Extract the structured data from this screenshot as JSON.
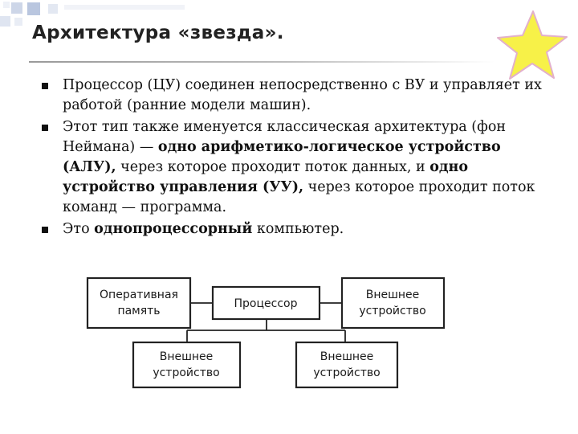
{
  "slide": {
    "title": "Архитектура «звезда».",
    "bullets": [
      {
        "parts": [
          {
            "text": "Процессор (ЦУ)  соединен непосредственно с ВУ и управляет их работой (ранние модели машин).",
            "bold": false
          }
        ]
      },
      {
        "parts": [
          {
            "text": "Этот тип также именуется классическая  архитектура (фон  Неймана)  —  ",
            "bold": false
          },
          {
            "text": "одно арифметико-логическое устройство (АЛУ),",
            "bold": true
          },
          {
            "text": " через которое проходит поток данных, и ",
            "bold": false
          },
          {
            "text": "одно устройство управления (УУ),",
            "bold": true
          },
          {
            "text": " через которое проходит поток команд — программа.",
            "bold": false
          }
        ]
      },
      {
        "parts": [
          {
            "text": "Это ",
            "bold": false
          },
          {
            "text": "однопроцессорный",
            "bold": true
          },
          {
            "text": " компьютер.",
            "bold": false
          }
        ]
      }
    ]
  },
  "diagram": {
    "processor": "Процессор",
    "memory": [
      "Оперативная",
      "память"
    ],
    "device_right": [
      "Внешнее",
      "устройство"
    ],
    "device_bottom_left": [
      "Внешнее",
      "устройство"
    ],
    "device_bottom_right": [
      "Внешнее",
      "устройство"
    ]
  },
  "colors": {
    "star_fill": "#f7f148",
    "star_stroke": "#e6a8c4",
    "deco_squares": "#c9d3e6"
  }
}
